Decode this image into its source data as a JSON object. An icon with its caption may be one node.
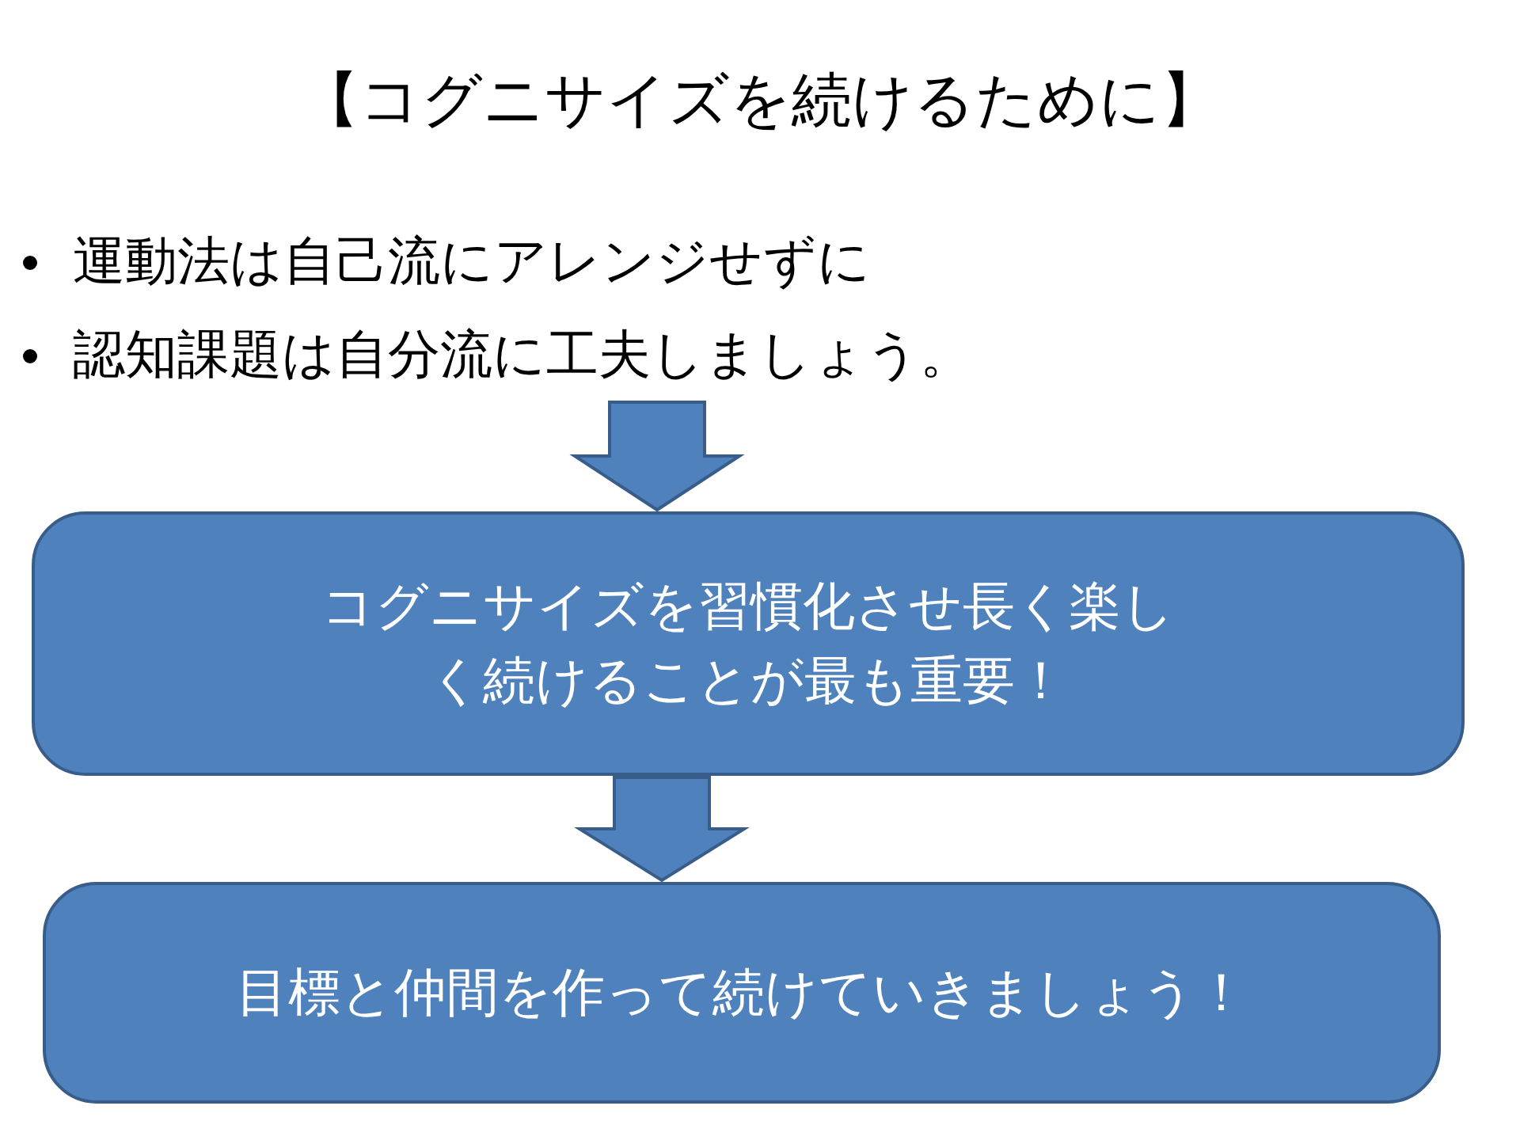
{
  "diagram": {
    "title": "【コグニサイズを続けるために】",
    "nodes": [
      {
        "text": [
          "運動法は自己流にアレンジせずに",
          "認知課題は自分流に工夫しましょう。"
        ]
      },
      {
        "text": [
          "コグニサイズを習慣化させ長く楽しく続けることが最も重要！"
        ]
      },
      {
        "text": [
          "目標と仲間を作って続けていきましょう！"
        ]
      }
    ],
    "edges": [
      {
        "from": 0,
        "to": 1,
        "arrow": "to"
      },
      {
        "from": 1,
        "to": 2,
        "arrow": "to"
      }
    ]
  }
}
